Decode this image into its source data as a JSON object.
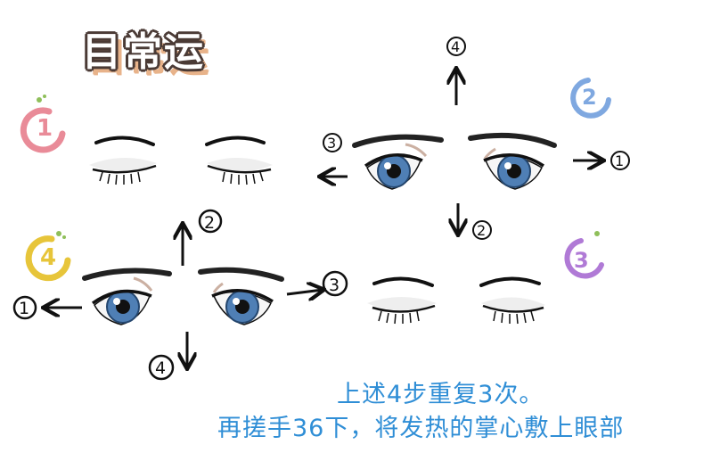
{
  "title": "目常运",
  "panel_numbers": {
    "p1": "1",
    "p2": "2",
    "p3": "3",
    "p4": "4"
  },
  "arrow_labels": {
    "p2_up": "4",
    "p2_right": "1",
    "p2_left": "3",
    "p2_down": "2",
    "p4_up": "2",
    "p4_left": "1",
    "p4_right": "3",
    "p4_down": "4"
  },
  "caption_line1": "上述4步重复3次。",
  "caption_line2": "再搓手36下，将发热的掌心敷上眼部",
  "colors": {
    "caption": "#2f8ed6",
    "badge1": "#e98b98",
    "badge2": "#7fa8e0",
    "badge3": "#b07ad6",
    "badge4": "#e7c53a",
    "iris": "#4f7fb5"
  }
}
